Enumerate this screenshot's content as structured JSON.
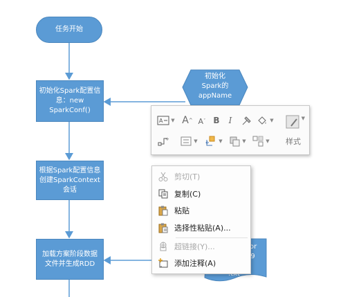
{
  "flowchart": {
    "start": "任务开始",
    "step1": [
      "初始化Spark配置信",
      "息：new",
      "SparkConf()"
    ],
    "step2": [
      "根据Spark配置信息",
      "创建SparkContext",
      "会话"
    ],
    "step3": [
      "加载方案阶段数据",
      "文件并生成RDD"
    ],
    "side1": [
      "初始化",
      "Spark的",
      "appName"
    ],
    "side3_partial": [
      "_or",
      "09",
      ".txt"
    ]
  },
  "mini_toolbar": {
    "style_label": "样式",
    "icons": [
      "text-box-icon",
      "grow-font-icon",
      "shrink-font-icon",
      "bold-icon",
      "italic-icon",
      "format-painter-icon",
      "fill-icon",
      "pen-icon",
      "connector-icon",
      "align-icon",
      "arrange-icon",
      "bring-forward-icon",
      "group-icon"
    ]
  },
  "context_menu": {
    "items": [
      {
        "label": "剪切(T)",
        "disabled": true
      },
      {
        "label": "复制(C)",
        "disabled": false
      },
      {
        "label": "粘贴",
        "disabled": false
      },
      {
        "label": "选择性粘贴(A)...",
        "disabled": false
      },
      {
        "label": "超链接(Y)...",
        "disabled": true
      },
      {
        "label": "添加注释(A)",
        "disabled": false
      }
    ]
  },
  "colors": {
    "shape_fill": "#5b9bd5",
    "connector": "#5b9bd5"
  }
}
